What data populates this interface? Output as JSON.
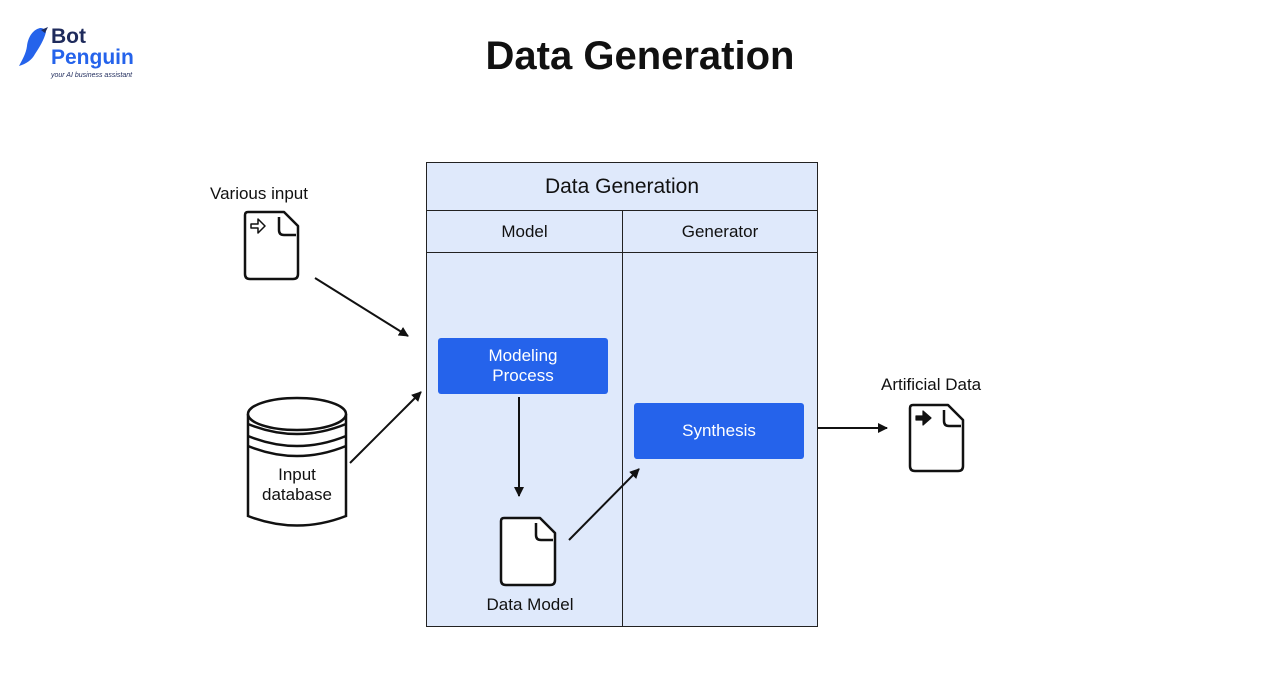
{
  "logo": {
    "line1": "Bot",
    "line2": "Penguin",
    "tagline": "your AI business assistant"
  },
  "title": "Data Generation",
  "inputs": {
    "various_input": "Various input",
    "database_line1": "Input",
    "database_line2": "database"
  },
  "generation_box": {
    "title": "Data Generation",
    "columns": [
      "Model",
      "Generator"
    ],
    "modeling_line1": "Modeling",
    "modeling_line2": "Process",
    "data_model": "Data Model",
    "synthesis": "Synthesis"
  },
  "output": {
    "label": "Artificial Data"
  },
  "colors": {
    "accent_blue": "#2563eb",
    "box_fill": "#dfe9fb",
    "stroke": "#111111"
  },
  "icons": [
    "penguin-logo-icon",
    "document-import-icon",
    "database-icon",
    "document-icon",
    "document-export-icon",
    "arrow-icon"
  ]
}
